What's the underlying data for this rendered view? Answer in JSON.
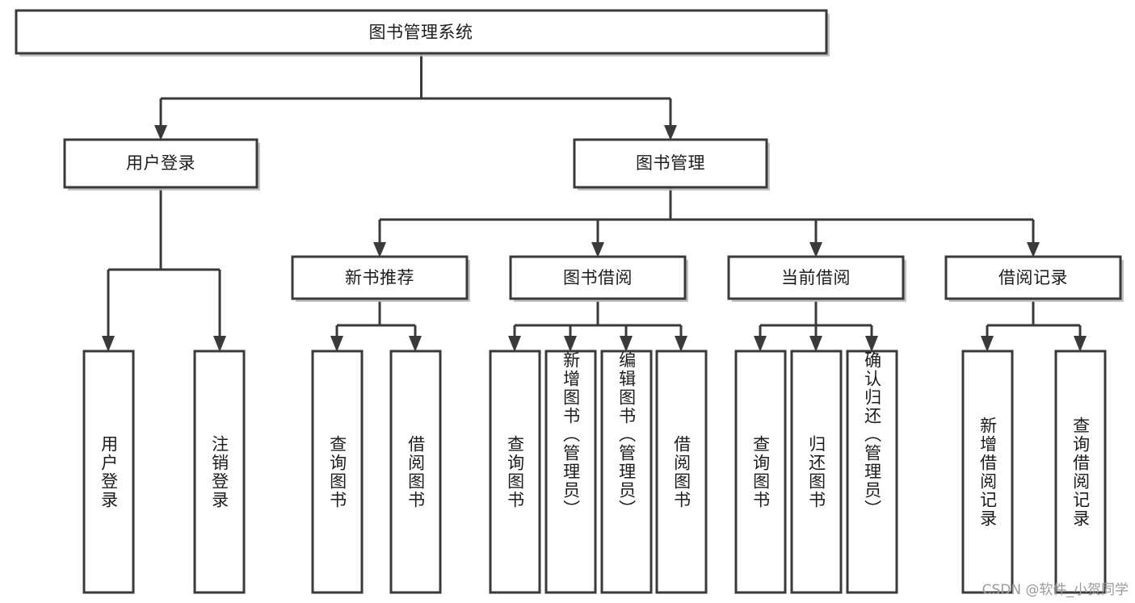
{
  "diagram": {
    "title": "图书管理系统",
    "type": "tree",
    "orientation": "top-down",
    "colors": {
      "box_fill": "#ffffff",
      "box_stroke": "#3a3a3a",
      "connector": "#3a3a3a",
      "text": "#1c1c1c",
      "watermark": "#9a9a9a",
      "background": "#ffffff"
    },
    "root": {
      "label": "图书管理系统"
    },
    "level2": [
      {
        "label": "用户登录"
      },
      {
        "label": "图书管理"
      }
    ],
    "level3": [
      {
        "label": "新书推荐"
      },
      {
        "label": "图书借阅"
      },
      {
        "label": "当前借阅"
      },
      {
        "label": "借阅记录"
      }
    ],
    "leaves": {
      "user_login": [
        {
          "label": "用户登录"
        },
        {
          "label": "注销登录"
        }
      ],
      "new_book_recommend": [
        {
          "label": "查询图书"
        },
        {
          "label": "借阅图书"
        }
      ],
      "book_borrow": [
        {
          "label": "查询图书"
        },
        {
          "label": "新增图书（管理员）"
        },
        {
          "label": "编辑图书（管理员）"
        },
        {
          "label": "借阅图书"
        }
      ],
      "current_borrow": [
        {
          "label": "查询图书"
        },
        {
          "label": "归还图书"
        },
        {
          "label": "确认归还（管理员）"
        }
      ],
      "borrow_record": [
        {
          "label": "新增借阅记录"
        },
        {
          "label": "查询借阅记录"
        }
      ]
    }
  },
  "watermark": {
    "text": "CSDN @软件_小贺同学"
  }
}
